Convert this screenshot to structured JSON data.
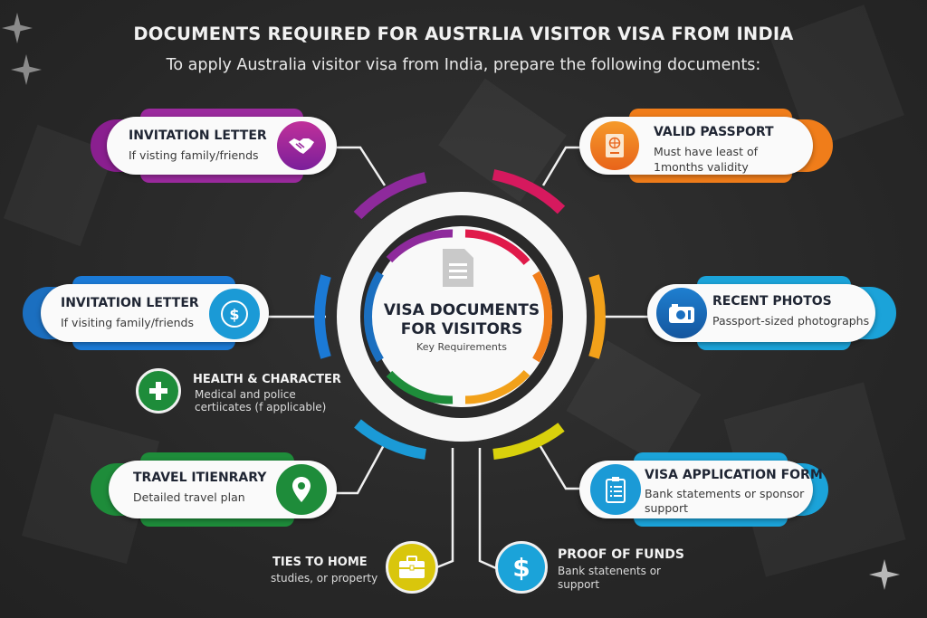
{
  "header": {
    "title": "DOCUMENTS REQUIRED FOR AUSTRLIA VISITOR VISA FROM INDIA",
    "subtitle": "To apply Australia visitor visa from India, prepare the following documents:"
  },
  "center": {
    "title_line1": "VISA DOCUMENTS",
    "title_line2": "FOR VISITORS",
    "subtitle": "Key Requirements",
    "icon": "document-icon"
  },
  "items": [
    {
      "title": "INVITATION LETTER",
      "desc": "If visting family/friends",
      "icon": "handshake-icon",
      "color": "#9b2a9e"
    },
    {
      "title": "VALID PASSPORT",
      "desc_line1": "Must have least of",
      "desc_line2": "1months validity",
      "icon": "passport-icon",
      "color": "#f07d1a"
    },
    {
      "title": "INVITATION LETTER",
      "desc": "If visiting family/friends",
      "icon": "dollar-icon",
      "color": "#1b9ad6"
    },
    {
      "title": "RECENT PHOTOS",
      "desc": "Passport-sized photographs",
      "icon": "camera-icon",
      "color": "#1a6fc0"
    },
    {
      "title": "HEALTH & CHARACTER",
      "desc_line1": "Medical and police",
      "desc_line2": "certiicates (f applicable)",
      "icon": "medical-cross-icon",
      "color": "#1e8c3a"
    },
    {
      "title": "TRAVEL ITIENRARY",
      "desc": "Detailed travel plan",
      "icon": "location-pin-icon",
      "color": "#1e8c3a"
    },
    {
      "title": "VISA APPLICATION FORM",
      "desc_line1": "Bank statements or sponsor",
      "desc_line2": "support",
      "icon": "clipboard-icon",
      "color": "#1b9ad6"
    },
    {
      "title": "TIES TO HOME",
      "desc": "studies, or property",
      "icon": "briefcase-icon",
      "color": "#d9c60c"
    },
    {
      "title": "PROOF OF FUNDS",
      "desc_line1": "Bank statenents or",
      "desc_line2": "support",
      "icon": "dollar-icon",
      "color": "#1b9ad6"
    }
  ]
}
